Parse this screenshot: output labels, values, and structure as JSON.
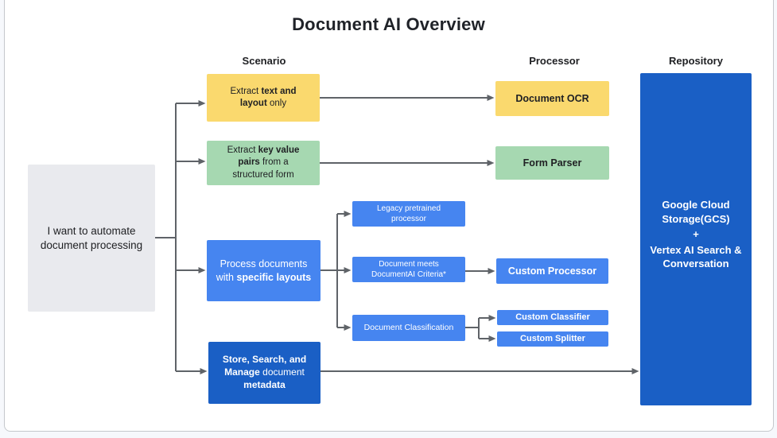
{
  "title": "Document AI Overview",
  "column_headers": {
    "scenario": "Scenario",
    "processor": "Processor",
    "repository": "Repository"
  },
  "start": {
    "text": "I want to automate document processing"
  },
  "scenarios": {
    "extract_text": {
      "pre": "Extract ",
      "bold": "text and layout",
      "post": " only"
    },
    "extract_kv": {
      "pre": "Extract ",
      "bold": "key value pairs",
      "post": " from a structured form"
    },
    "specific_layouts": {
      "pre": "Process documents with ",
      "bold": "specific layouts"
    },
    "store": {
      "bold1": "Store, Search, and Manage",
      "mid": " document ",
      "bold2": "metadata"
    }
  },
  "decisions": {
    "legacy": "Legacy pretrained processor",
    "meets": "Document meets DocumentAI Criteria*",
    "classification": "Document Classification"
  },
  "processors": {
    "ocr": "Document OCR",
    "form_parser": "Form Parser",
    "custom_processor": "Custom Processor",
    "custom_classifier": "Custom Classifier",
    "custom_splitter": "Custom Splitter"
  },
  "repository": {
    "line1": "Google Cloud Storage(GCS)",
    "plus": "+",
    "line2": "Vertex AI Search & Conversation"
  },
  "colors": {
    "yellow": "#FAD96E",
    "green": "#A6D8B1",
    "blue": "#4685F0",
    "dark_blue": "#1A5FC5",
    "gray": "#E9EAEE",
    "arrow": "#5F6368"
  }
}
